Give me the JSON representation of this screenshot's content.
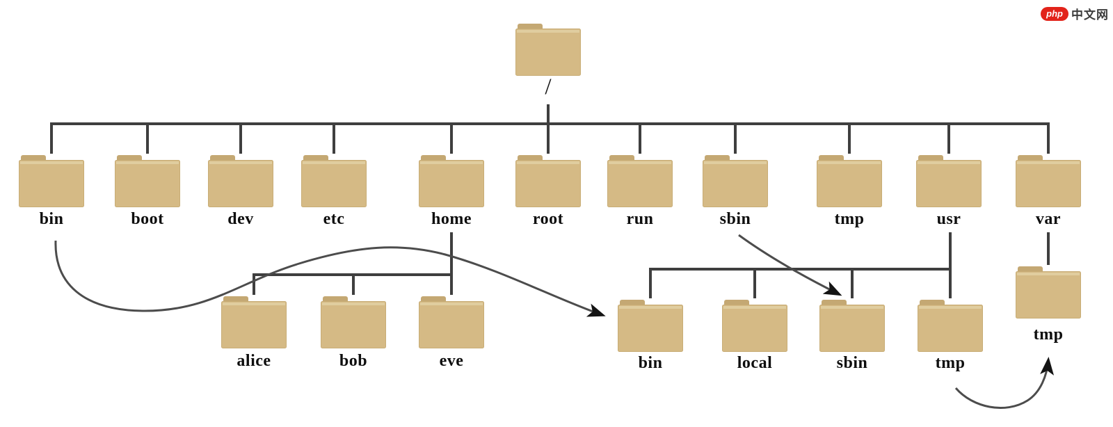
{
  "watermark": {
    "logo_text": "php",
    "site_text": "中文网"
  },
  "tree": {
    "root_label": "/",
    "level1": [
      "bin",
      "boot",
      "dev",
      "etc",
      "home",
      "root",
      "run",
      "sbin",
      "tmp",
      "usr",
      "var"
    ],
    "home_children": [
      "alice",
      "bob",
      "eve"
    ],
    "usr_children": [
      "bin",
      "local",
      "sbin",
      "tmp"
    ],
    "var_children": [
      "tmp"
    ]
  },
  "arrows": [
    {
      "from": "bin",
      "to": "usr-bin"
    },
    {
      "from": "sbin",
      "to": "usr-sbin"
    },
    {
      "from": "usr-tmp",
      "to": "var-tmp"
    }
  ],
  "colors": {
    "background": "#ffffff",
    "line": "#3f3f3f",
    "arrow": "#4c4c4c",
    "arrowhead": "#141414",
    "label": "#0e0e0e",
    "folder_body": "#d5ba85",
    "folder_tab": "#c4a873",
    "folder_edge": "#c8ad76",
    "folder_highlight": "#e9dcb4",
    "watermark_red": "#e2231a",
    "watermark_text": "#3c3c3c"
  }
}
